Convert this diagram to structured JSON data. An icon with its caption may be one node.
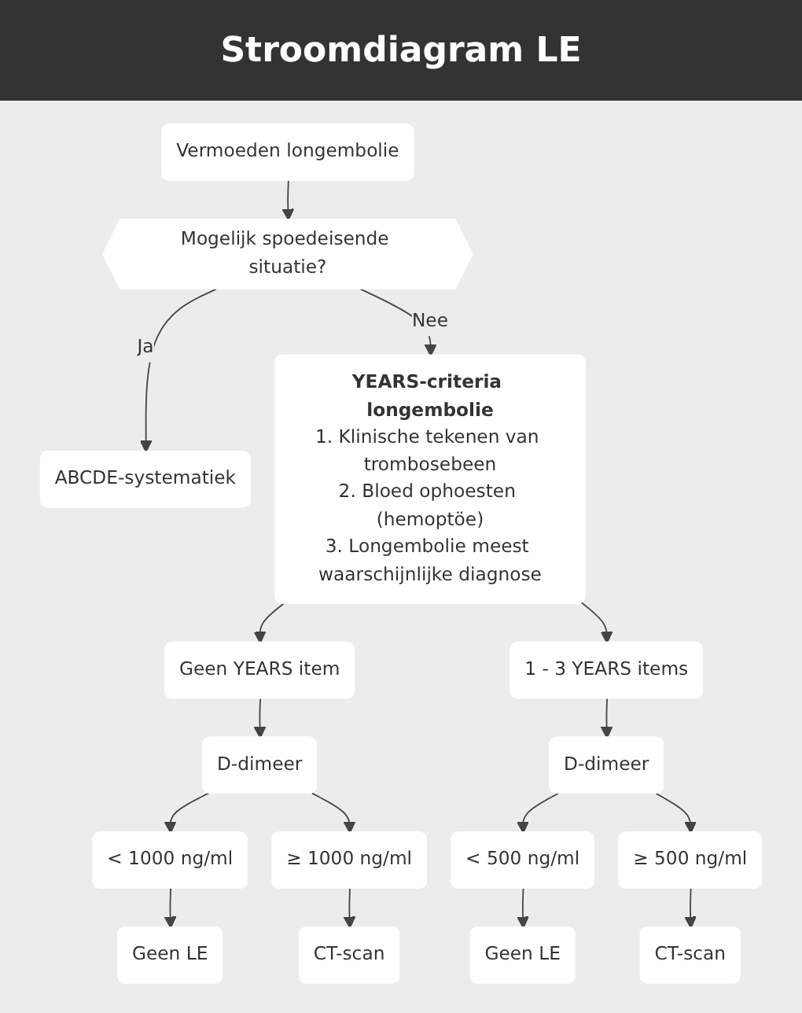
{
  "diagram": {
    "title": "Stroomdiagram LE",
    "nodes": [
      {
        "text": [
          "Vermoeden longembolie"
        ]
      },
      {
        "text": [
          "Mogelijk spoedeisende situatie?"
        ]
      },
      {
        "text": [
          "ABCDE-systematiek"
        ]
      },
      {
        "text": [
          "YEARS-criteria longembolie",
          "1. Klinische tekenen van trombosebeen",
          "2. Bloed ophoesten (hemoptöe)",
          "3. Longembolie meest waarschijnlijke diagnose"
        ]
      },
      {
        "text": [
          "Geen YEARS item"
        ]
      },
      {
        "text": [
          "1 - 3 YEARS items"
        ]
      },
      {
        "text": [
          "D-dimeer"
        ]
      },
      {
        "text": [
          "D-dimeer"
        ]
      },
      {
        "text": [
          "< 1000 ng/ml"
        ]
      },
      {
        "text": [
          "≥ 1000 ng/ml"
        ]
      },
      {
        "text": [
          "< 500 ng/ml"
        ]
      },
      {
        "text": [
          "≥ 500 ng/ml"
        ]
      },
      {
        "text": [
          "Geen LE"
        ]
      },
      {
        "text": [
          "CT-scan"
        ]
      },
      {
        "text": [
          "Geen LE"
        ]
      },
      {
        "text": [
          "CT-scan"
        ]
      }
    ],
    "edges": [
      {
        "from": 0,
        "to": 1,
        "arrow": "to"
      },
      {
        "from": 1,
        "to": 2,
        "arrow": "to",
        "label": "Ja"
      },
      {
        "from": 1,
        "to": 3,
        "arrow": "to",
        "label": "Nee"
      },
      {
        "from": 3,
        "to": 4,
        "arrow": "to"
      },
      {
        "from": 3,
        "to": 5,
        "arrow": "to"
      },
      {
        "from": 4,
        "to": 6,
        "arrow": "to"
      },
      {
        "from": 5,
        "to": 7,
        "arrow": "to"
      },
      {
        "from": 6,
        "to": 8,
        "arrow": "to"
      },
      {
        "from": 6,
        "to": 9,
        "arrow": "to"
      },
      {
        "from": 7,
        "to": 10,
        "arrow": "to"
      },
      {
        "from": 7,
        "to": 11,
        "arrow": "to"
      },
      {
        "from": 8,
        "to": 12,
        "arrow": "to"
      },
      {
        "from": 9,
        "to": 13,
        "arrow": "to"
      },
      {
        "from": 10,
        "to": 14,
        "arrow": "to"
      },
      {
        "from": 11,
        "to": 15,
        "arrow": "to"
      }
    ]
  }
}
